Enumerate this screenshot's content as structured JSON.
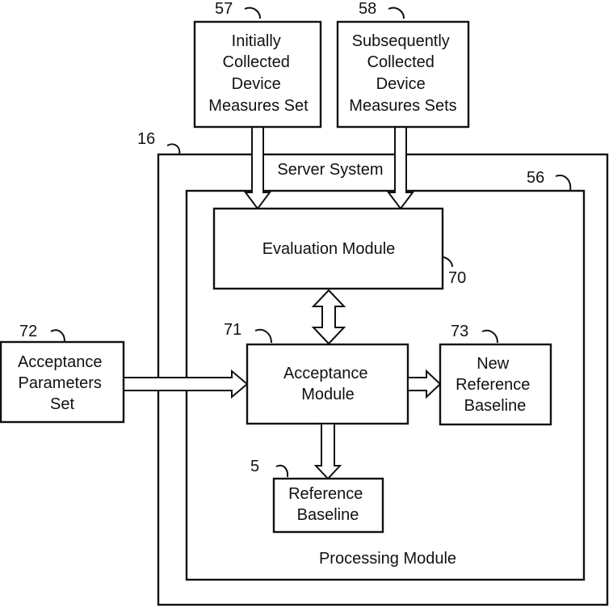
{
  "diagram": {
    "box57": {
      "ref": "57",
      "lines": [
        "Initially",
        "Collected",
        "Device",
        "Measures Set"
      ]
    },
    "box58": {
      "ref": "58",
      "lines": [
        "Subsequently",
        "Collected",
        "Device",
        "Measures Sets"
      ]
    },
    "server": {
      "ref": "16",
      "title": "Server System"
    },
    "processing": {
      "ref": "56",
      "title": "Processing Module"
    },
    "evaluation": {
      "ref": "70",
      "lines": [
        "Evaluation Module"
      ]
    },
    "acceptance": {
      "ref": "71",
      "lines": [
        "Acceptance",
        "Module"
      ]
    },
    "params": {
      "ref": "72",
      "lines": [
        "Acceptance",
        "Parameters",
        "Set"
      ]
    },
    "new_baseline": {
      "ref": "73",
      "lines": [
        "New",
        "Reference",
        "Baseline"
      ]
    },
    "baseline": {
      "ref": "5",
      "lines": [
        "Reference",
        "Baseline"
      ]
    }
  }
}
